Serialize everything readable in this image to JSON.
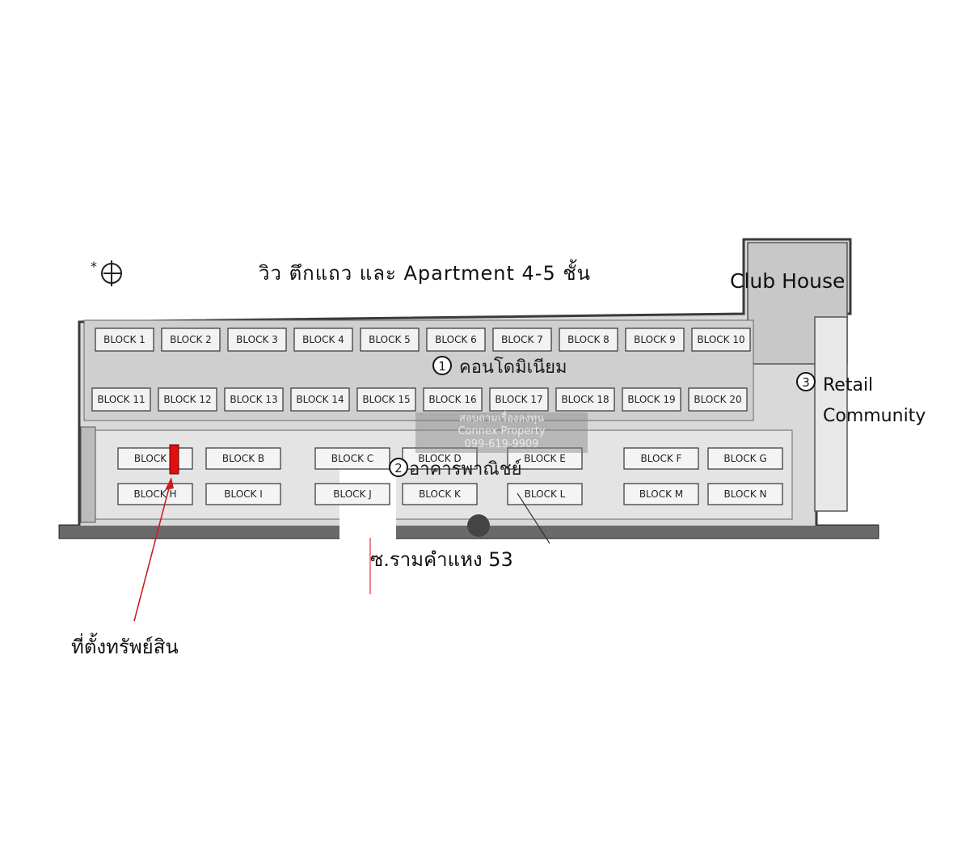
{
  "map": {
    "title": "วิว ตึกแถว และ Apartment 4-5 ชั้น",
    "clubhouse": "Club House",
    "zones": [
      {
        "num": "1",
        "label": "คอนโดมิเนียม"
      },
      {
        "num": "2",
        "label": "อาคารพาณิชย์"
      },
      {
        "num": "3",
        "label": "Retail Community"
      }
    ],
    "road": "ซ.รามคำแหง 53",
    "property_pointer": "ที่ตั้งทรัพย์สิน",
    "north_icon": "north-arrow-icon",
    "highlight_color": "#e01010",
    "condo_row1": [
      "BLOCK 1",
      "BLOCK 2",
      "BLOCK 3",
      "BLOCK 4",
      "BLOCK 5",
      "BLOCK 6",
      "BLOCK 7",
      "BLOCK 8",
      "BLOCK 9",
      "BLOCK 10"
    ],
    "condo_row2": [
      "BLOCK 11",
      "BLOCK 12",
      "BLOCK 13",
      "BLOCK 14",
      "BLOCK 15",
      "BLOCK 16",
      "BLOCK 17",
      "BLOCK 18",
      "BLOCK 19",
      "BLOCK 20"
    ],
    "commercial_top": [
      "BLOCK A",
      "BLOCK B",
      "BLOCK C",
      "BLOCK D",
      "BLOCK E",
      "BLOCK F",
      "BLOCK G"
    ],
    "commercial_bottom": [
      "BLOCK H",
      "BLOCK I",
      "BLOCK J",
      "BLOCK K",
      "BLOCK L",
      "BLOCK M",
      "BLOCK N"
    ]
  },
  "watermark": {
    "line1": "สอบถามเรื่องลงทุน",
    "line2": "Connex Property",
    "line3": "099-619-9909"
  }
}
